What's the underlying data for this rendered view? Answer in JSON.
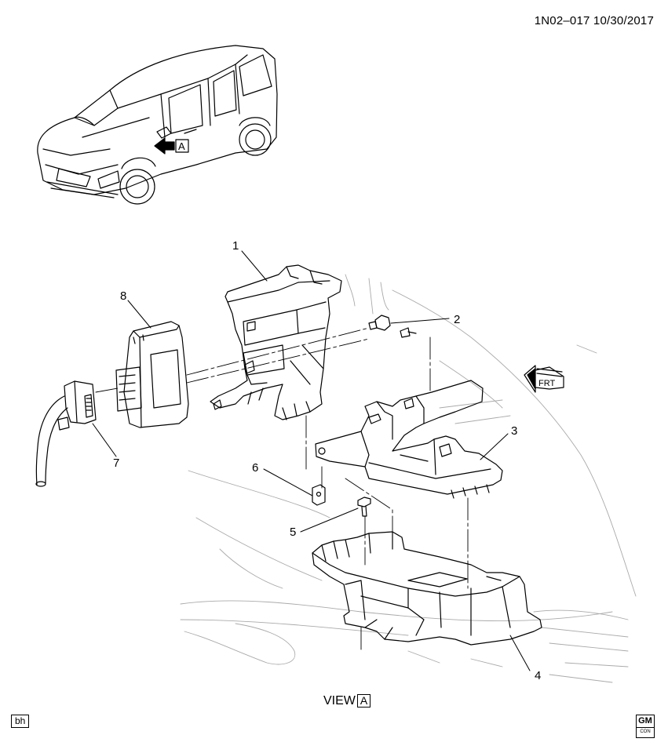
{
  "header": {
    "ref": "1N02–017  10/30/2017"
  },
  "callouts": {
    "c1": "1",
    "c2": "2",
    "c3": "3",
    "c4": "4",
    "c5": "5",
    "c6": "6",
    "c7": "7",
    "c8": "8"
  },
  "view": {
    "prefix": "VIEW",
    "letter": "A"
  },
  "car_marker": "A",
  "frt": "FRT",
  "author_tag": "bh",
  "logo": {
    "top": "GM",
    "bottom": "CON"
  }
}
